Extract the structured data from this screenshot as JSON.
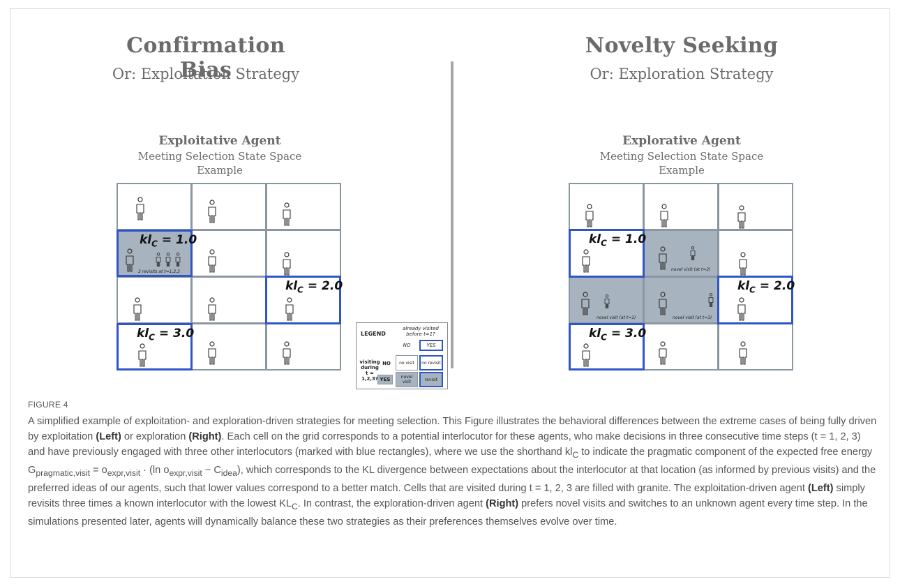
{
  "left": {
    "title": "Confirmation Bias",
    "subtitle": "Or: Exploitation Strategy",
    "agent_title": "Exploitative Agent",
    "agent_sub_1": "Meeting Selection State Space",
    "agent_sub_2": "Example",
    "kl1": "kl",
    "kl1_sub": "C",
    "kl1_val": " = 1.0",
    "kl2": "kl",
    "kl2_sub": "C",
    "kl2_val": " = 2.0",
    "kl3": "kl",
    "kl3_sub": "C",
    "kl3_val": " = 3.0",
    "revisit_note": "3 revisits at t=1,2,3"
  },
  "right": {
    "title": "Novelty Seeking",
    "subtitle": "Or: Exploration Strategy",
    "agent_title": "Explorative Agent",
    "agent_sub_1": "Meeting Selection State Space",
    "agent_sub_2": "Example",
    "kl1": "kl",
    "kl1_sub": "C",
    "kl1_val": " = 1.0",
    "kl2": "kl",
    "kl2_sub": "C",
    "kl2_val": " = 2.0",
    "kl3": "kl",
    "kl3_sub": "C",
    "kl3_val": " = 3.0",
    "note_t1": "novel visit (at t=1)",
    "note_t2": "novel visit (at t=2)",
    "note_t3": "novel visit (at t=3)"
  },
  "legend": {
    "title": "LEGEND",
    "col_header": "already visited before t=1?",
    "no": "NO",
    "yes": "YES",
    "row_header": "visiting during t = 1,2,3?",
    "row_no": "NO",
    "row_yes": "YES",
    "no_visit": "no visit",
    "no_revisit": "no revisit",
    "novel_visit": "novel visit",
    "revisit": "revisit"
  },
  "caption": {
    "label": "FIGURE 4",
    "p1": "A simplified example of exploitation- and exploration-driven strategies for meeting selection. This Figure illustrates the behavioral differences between the extreme cases of being fully driven by exploitation ",
    "left_word": "(Left)",
    "p2": " or exploration ",
    "right_word": "(Right)",
    "p3": ". Each cell on the grid corresponds to a potential interlocutor for these agents, who make decisions in three consecutive time steps (t = 1, 2, 3) and have previously engaged with three other interlocutors (marked with blue rectangles), where we use the shorthand kl",
    "p3_sub": "C",
    "p4": " to indicate the pragmatic component of the expected free energy G",
    "p4_sub": "pragmatic,visit",
    "p5": " = o",
    "p5_sub": "expr,visit",
    "p6": " · (ln o",
    "p6_sub": "expr,visit",
    "p7": " − C",
    "p7_sub": "idea",
    "p8": "), which corresponds to the KL divergence between expectations about the interlocutor at that location (as informed by previous visits) and the preferred ideas of our agents, such that lower values correspond to a better match. Cells that are visited during t = 1, 2, 3 are filled with granite. The exploitation-driven agent ",
    "left_word2": "(Left)",
    "p9": " simply revisits three times a known interlocutor with the lowest KL",
    "p9_sub": "C",
    "p10": ". In contrast, the exploration-driven agent ",
    "right_word2": "(Right)",
    "p11": " prefers novel visits and switches to an unknown agent every time step. In the simulations presented later, agents will dynamically balance these two strategies as their preferences themselves evolve over time."
  }
}
